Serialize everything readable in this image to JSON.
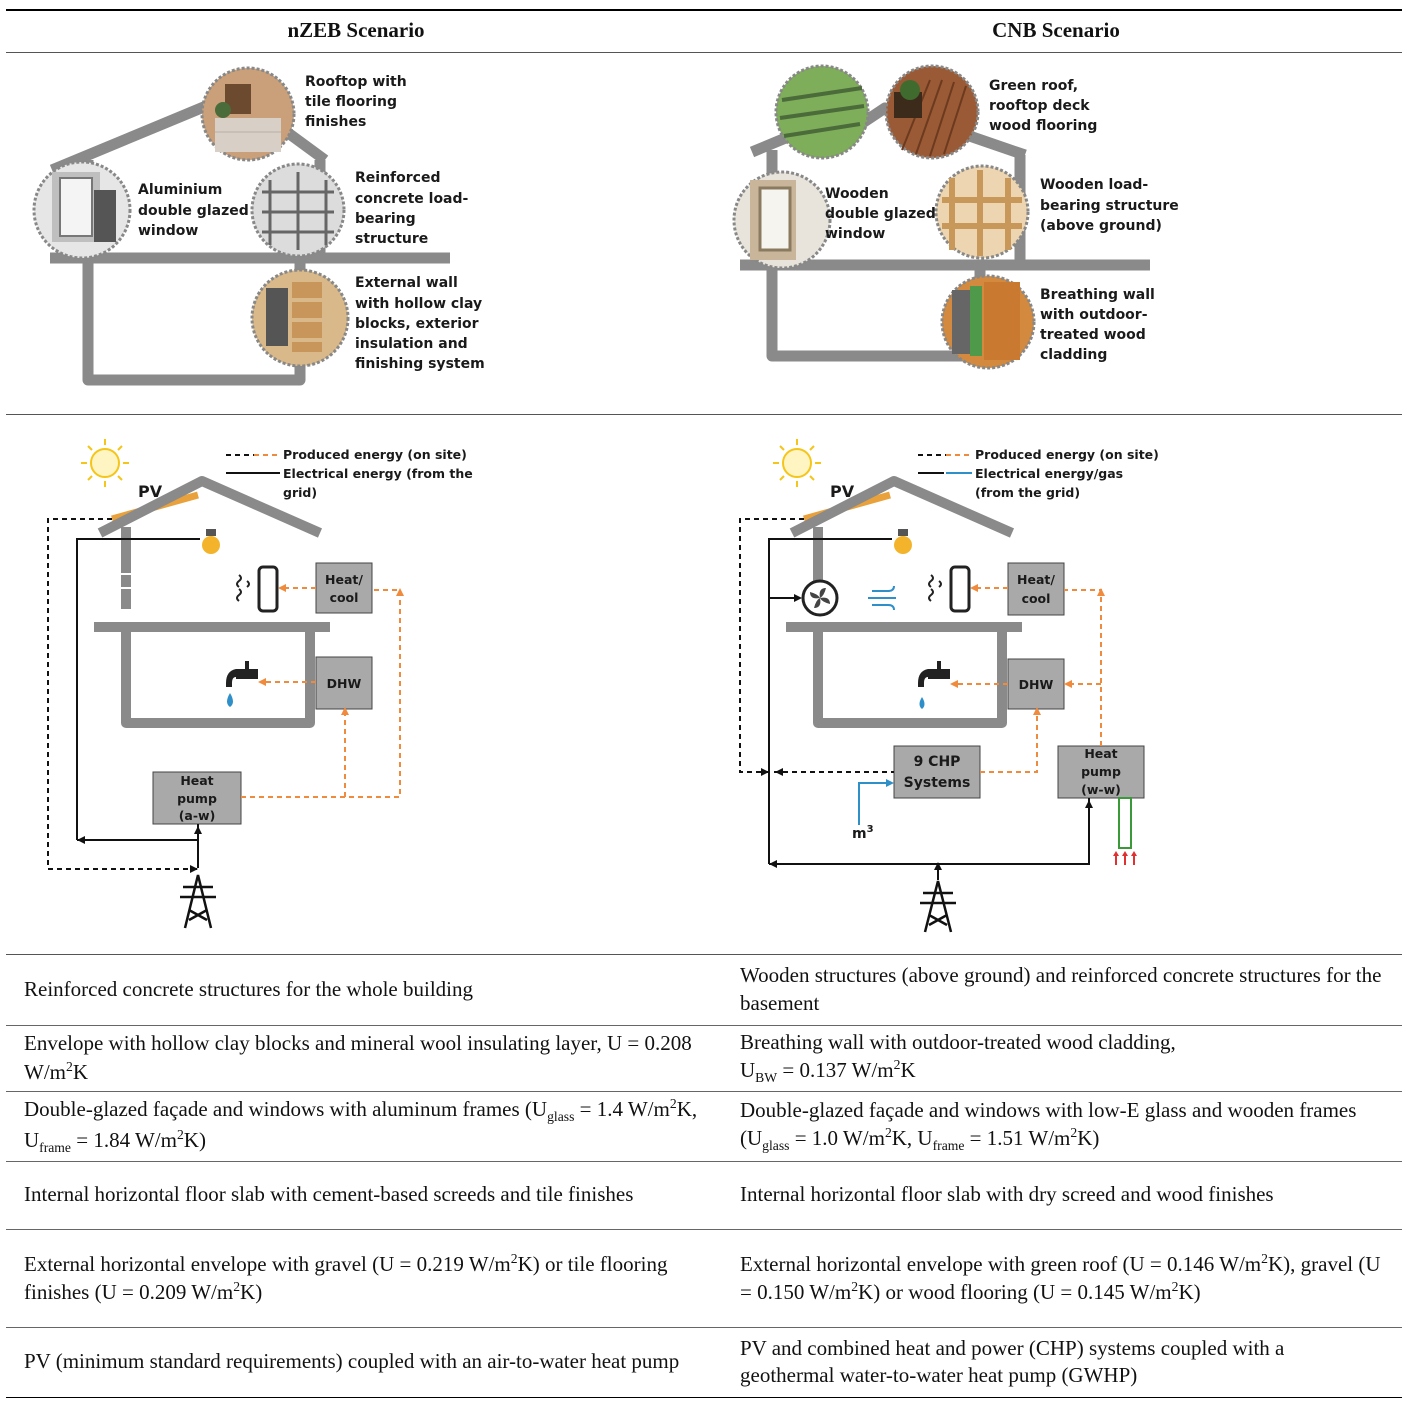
{
  "headers": {
    "left": "nZEB Scenario",
    "right": "CNB Scenario"
  },
  "nzeb_materials": {
    "rooftop": [
      "Rooftop with",
      "tile flooring",
      "finishes"
    ],
    "window": [
      "Aluminium",
      "double glazed",
      "window"
    ],
    "structure": [
      "Reinforced",
      "concrete load-",
      "bearing",
      "structure"
    ],
    "wall": [
      "External wall",
      "with hollow clay",
      "blocks, exterior",
      "insulation and",
      "finishing system"
    ]
  },
  "cnb_materials": {
    "roof": [
      "Green roof,",
      "rooftop deck",
      "wood flooring"
    ],
    "window": [
      "Wooden",
      "double glazed",
      "window"
    ],
    "structure": [
      "Wooden load-",
      "bearing structure",
      "(above ground)"
    ],
    "wall": [
      "Breathing wall",
      "with outdoor-",
      "treated wood",
      "cladding"
    ]
  },
  "nzeb_energy": {
    "legend_produced": "Produced energy (on site)",
    "legend_grid": [
      "Electrical energy (from the",
      "grid)"
    ],
    "pv": "PV",
    "heatcool": [
      "Heat/",
      "cool"
    ],
    "dhw": "DHW",
    "heatpump": [
      "Heat",
      "pump",
      "(a-w)"
    ]
  },
  "cnb_energy": {
    "legend_produced": "Produced energy (on site)",
    "legend_grid": [
      "Electrical energy/gas",
      "(from the grid)"
    ],
    "pv": "PV",
    "heatcool": [
      "Heat/",
      "cool"
    ],
    "dhw": "DHW",
    "chp": [
      "9 CHP",
      "Systems"
    ],
    "heatpump": [
      "Heat",
      "pump",
      "(w-w)"
    ],
    "gas_unit": "m",
    "gas_unit_exp": "3"
  },
  "colors": {
    "house": "#8a8a8a",
    "box": "#a9a9a9",
    "produced": "#f08a3c",
    "gas": "#2e8fc9",
    "pv": "#e9a23b",
    "sun": "#f5c518"
  },
  "table": {
    "rows": [
      {
        "left": "Reinforced concrete structures for the whole building",
        "right": "Wooden structures (above ground) and reinforced concrete structures for the basement"
      },
      {
        "left_a": "Envelope with hollow clay blocks and mineral wool insulating layer, U = 0.208 W/m",
        "left_sup": "2",
        "left_b": "K",
        "right_a": "Breathing wall with outdoor-treated wood cladding,",
        "right_u": "U",
        "right_sub": "BW",
        "right_b": " = 0.137 W/m",
        "right_sup": "2",
        "right_c": "K"
      },
      {
        "left_a": "Double-glazed façade and windows with aluminum frames (U",
        "left_sub1": "glass",
        "left_b": " = 1.4 W/m",
        "left_sup1": "2",
        "left_c": "K, U",
        "left_sub2": "frame",
        "left_d": " = 1.84 W/m",
        "left_sup2": "2",
        "left_e": "K)",
        "right_a": "Double-glazed façade and windows with low-E glass and wooden frames (U",
        "right_sub1": "glass",
        "right_b": " = 1.0 W/m",
        "right_sup1": "2",
        "right_c": "K, U",
        "right_sub2": "frame",
        "right_d": " = 1.51 W/m",
        "right_sup2": "2",
        "right_e": "K)"
      },
      {
        "left": "Internal horizontal floor slab with cement-based screeds and tile finishes",
        "right": "Internal horizontal floor slab with dry screed and wood finishes"
      },
      {
        "left_a": "External horizontal envelope with gravel (U = 0.219 W/m",
        "left_sup1": "2",
        "left_b": "K) or tile flooring finishes (U = 0.209 W/m",
        "left_sup2": "2",
        "left_c": "K)",
        "right_a": "External horizontal envelope with green roof (U = 0.146 W/m",
        "right_sup1": "2",
        "right_b": "K), gravel (U = 0.150 W/m",
        "right_sup2": "2",
        "right_c": "K) or wood flooring (U = 0.145 W/m",
        "right_sup3": "2",
        "right_d": "K)"
      },
      {
        "left": "PV (minimum standard requirements) coupled with an air-to-water heat pump",
        "right": "PV and combined heat and power (CHP) systems coupled with a geothermal water-to-water heat pump (GWHP)"
      }
    ]
  }
}
